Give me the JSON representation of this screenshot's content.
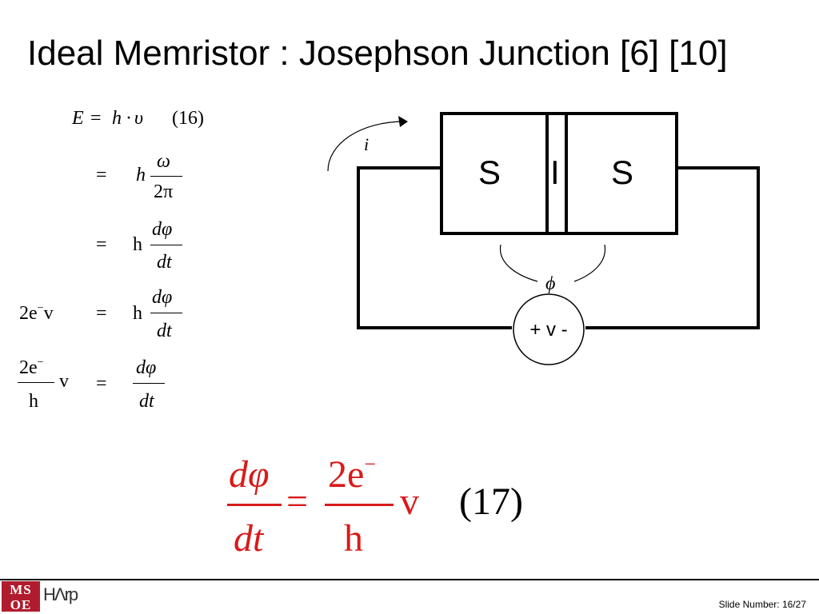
{
  "title": "Ideal Memristor : Josephson Junction [6] [10]",
  "symbols": {
    "E": "E",
    "equals": "=",
    "h": "h",
    "h_upright": "h",
    "dot": "·",
    "nu": "υ",
    "omega": "ω",
    "two_pi": "2π",
    "d_phi": "dφ",
    "dt": "dt",
    "two_e": "2e",
    "minus": "−",
    "v": "v",
    "phi": "ϕ"
  },
  "equations": {
    "eq16_label": "(16)",
    "eq17_label": "(17)"
  },
  "circuit": {
    "current_label": "i",
    "left_superconductor": "S",
    "insulator": "I",
    "right_superconductor": "S",
    "flux_label": "ϕ",
    "source_label": "+ v -"
  },
  "logo": {
    "msoe_line1": "MS",
    "msoe_line2": "OE",
    "hasp": "HΛrp"
  },
  "footer": {
    "slide_number": "Slide Number: 16/27"
  },
  "colors": {
    "highlight_equation": "#d91a1a",
    "logo_red": "#b01c2e"
  }
}
